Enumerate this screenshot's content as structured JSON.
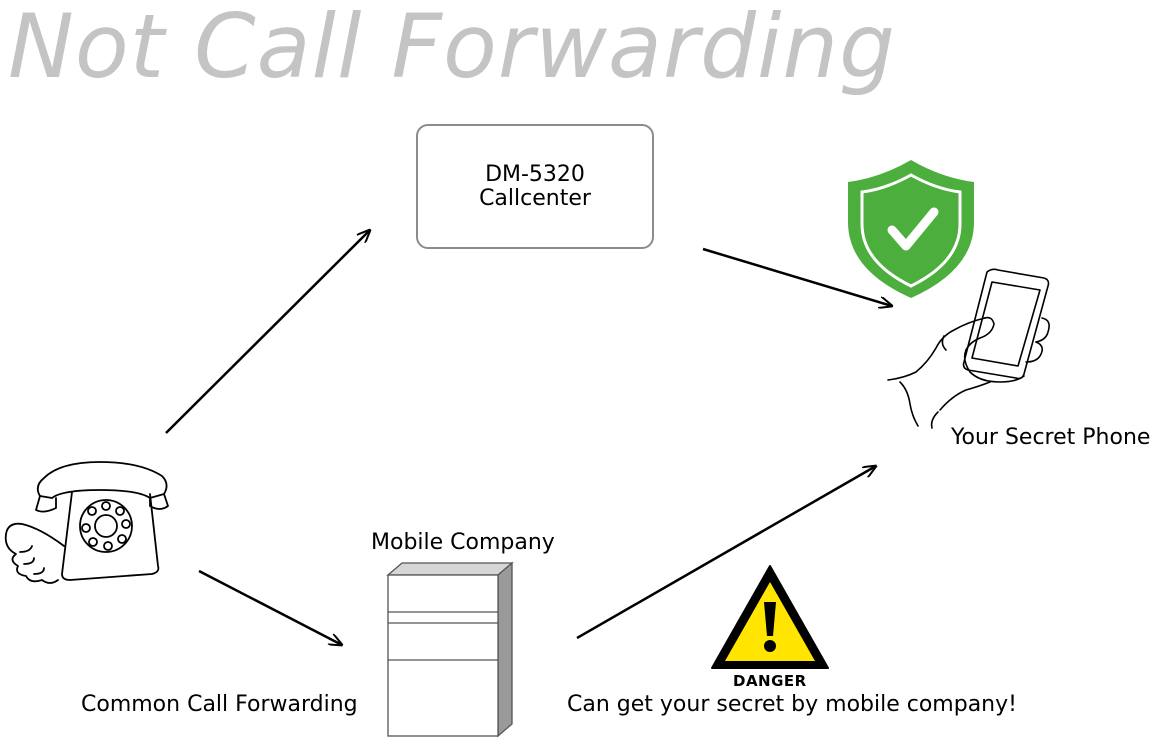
{
  "title": "Not Call Forwarding",
  "callcenter": {
    "line1": "DM-5320",
    "line2": "Callcenter"
  },
  "labels": {
    "secret_phone": "Your Secret Phone",
    "mobile_company": "Mobile Company",
    "common_forwarding": "Common Call Forwarding",
    "danger_warning": "Can get your secret by mobile company!",
    "danger_sign": "DANGER"
  },
  "icons": {
    "shield": "shield-check-icon",
    "hand_phone": "hand-holding-phone-icon",
    "telephone": "rotary-telephone-icon",
    "server": "server-tower-icon",
    "warning": "danger-warning-icon"
  },
  "colors": {
    "title": "#c4c4c4",
    "shield_green": "#4cae3c",
    "shield_dark": "#3a9a2c",
    "warning_yellow": "#ffe500",
    "box_border": "#8c8c8c"
  }
}
